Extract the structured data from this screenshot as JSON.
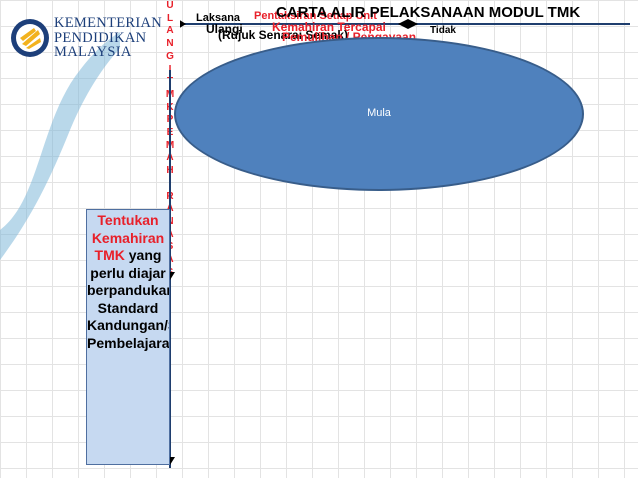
{
  "logo": {
    "line1": "KEMENTERIAN",
    "line2": "PENDIDIKAN",
    "line3": "MALAYSIA"
  },
  "title": "CARTA ALIR PELAKSANAAN MODUL TMK",
  "labels": {
    "laksana": "Laksana",
    "pentaksiran": "Pentaksiran Setiap Unit",
    "ulangi": "Ulangi",
    "rujuk": "(Rujuk Senarai Semak)",
    "kemahiran": "Kemahiran Tercapai",
    "pemulihan": "Pemulihan / Pengayaan",
    "tidak": "Tidak"
  },
  "vertical_text": "ULANGI TMK PEMAHIRAN ASAS",
  "oval": {
    "label": "Mula"
  },
  "box": {
    "red_text": "Tentukan Kemahiran TMK",
    "black_text": "yang perlu diajar berpandukan Standard Kandungan/Standard Pembelajaran"
  },
  "colors": {
    "oval_fill": "#4f81bd",
    "box_fill": "#c6d9f1",
    "accent_red": "#e8202a",
    "line": "#1f3e6e"
  }
}
